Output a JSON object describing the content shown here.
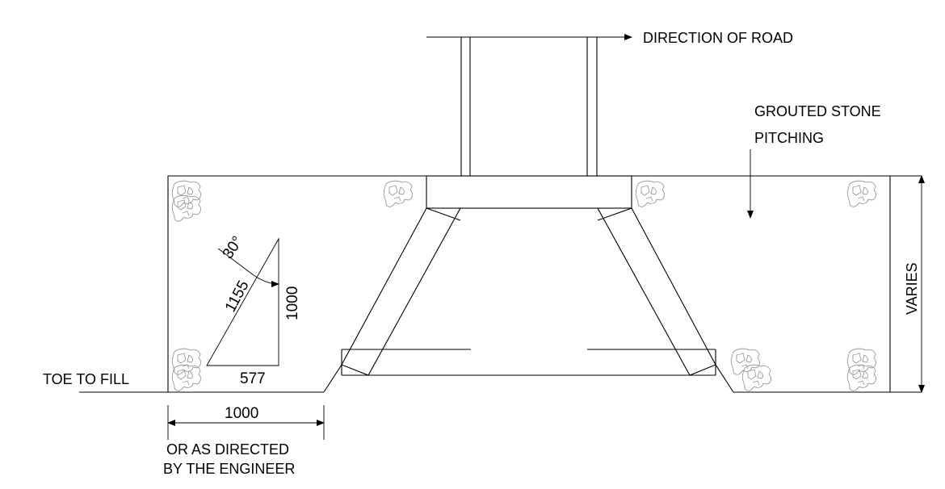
{
  "labels": {
    "direction_of_road": "DIRECTION OF ROAD",
    "grouted_stone_line1": "GROUTED STONE",
    "grouted_stone_line2": "PITCHING",
    "varies": "VARIES",
    "toe_to_fill": "TOE TO FILL",
    "or_as_directed_line1": "OR AS DIRECTED",
    "or_as_directed_line2": "BY THE ENGINEER"
  },
  "dimensions": {
    "slope_angle": "30°",
    "hypotenuse": "1155",
    "vertical": "1000",
    "horizontal": "577",
    "toe_width": "1000"
  },
  "colors": {
    "line": "#000000",
    "stone_pattern": "#999999",
    "background": "#ffffff"
  }
}
